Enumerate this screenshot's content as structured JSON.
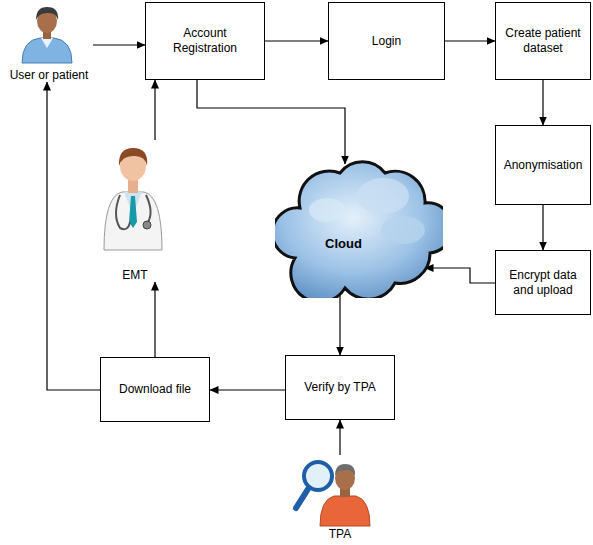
{
  "diagram": {
    "nodes": [
      {
        "text": [
          "User or patient"
        ]
      },
      {
        "text": [
          "Account Registration"
        ]
      },
      {
        "text": [
          "Login"
        ]
      },
      {
        "text": [
          "Create patient dataset"
        ]
      },
      {
        "text": [
          "EMT"
        ]
      },
      {
        "text": [
          "Cloud"
        ]
      },
      {
        "text": [
          "Anonymisation"
        ]
      },
      {
        "text": [
          "Encrypt data and upload"
        ]
      },
      {
        "text": [
          "Download file"
        ]
      },
      {
        "text": [
          "Verify by TPA"
        ]
      },
      {
        "text": [
          "TPA"
        ]
      }
    ],
    "edges": [
      {
        "from": 0,
        "to": 1,
        "arrow": "to"
      },
      {
        "from": 1,
        "to": 2,
        "arrow": "to"
      },
      {
        "from": 2,
        "to": 3,
        "arrow": "to"
      },
      {
        "from": 3,
        "to": 6,
        "arrow": "to"
      },
      {
        "from": 6,
        "to": 7,
        "arrow": "to"
      },
      {
        "from": 7,
        "to": 5,
        "arrow": "to"
      },
      {
        "from": 1,
        "to": 5,
        "arrow": "to"
      },
      {
        "from": 4,
        "to": 1,
        "arrow": "to"
      },
      {
        "from": 5,
        "to": 9,
        "arrow": "to"
      },
      {
        "from": 10,
        "to": 9,
        "arrow": "to"
      },
      {
        "from": 9,
        "to": 8,
        "arrow": "to"
      },
      {
        "from": 8,
        "to": 4,
        "arrow": "to"
      },
      {
        "from": 8,
        "to": 0,
        "arrow": "to"
      }
    ]
  }
}
